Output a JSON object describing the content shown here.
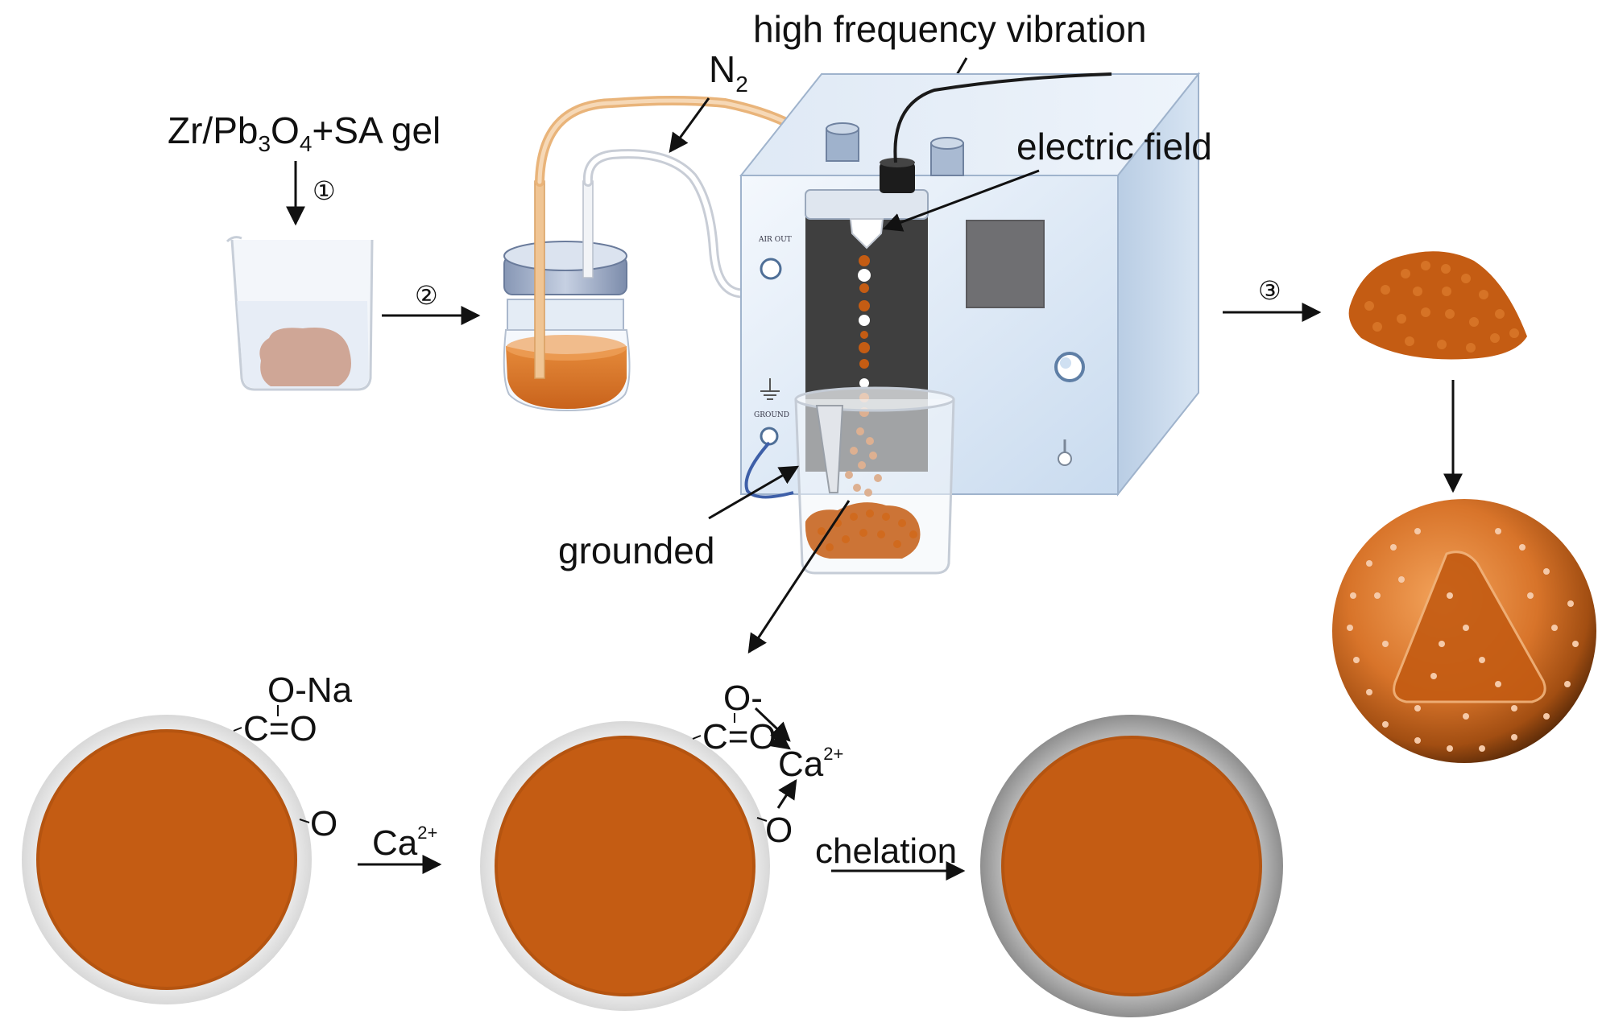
{
  "labels": {
    "high_freq": "high frequency vibration",
    "n2_main": "N",
    "n2_sub": "2",
    "gel_1": "Zr/Pb",
    "gel_2": "3",
    "gel_3": "O",
    "gel_4": "4",
    "gel_5": "+SA gel",
    "electric_field": "electric field",
    "grounded": "grounded",
    "chelation": "chelation"
  },
  "steps": {
    "s1": "①",
    "s2": "②",
    "s3": "③"
  },
  "machine": {
    "air_out": "AIR OUT",
    "ground": "GROUND"
  },
  "chem": {
    "p1_oNa": "O-Na",
    "p1_ceo": "C=O",
    "p1_o": "O",
    "p2_ominus": "O-",
    "p2_ceo": "C=O",
    "p2_ca": "Ca",
    "p2_ca_sup": "2+",
    "p2_o": "O",
    "arrow1_ca": "Ca",
    "arrow1_sup": "2+"
  },
  "colors": {
    "core_orange": "#c45c13",
    "liquid_orange": "#d8741f",
    "gel_pink": "#cfa696",
    "machine_blue": "#dce8f5",
    "shell_light": "#e9e9e9",
    "shell_dark": "#a8a8a8"
  }
}
